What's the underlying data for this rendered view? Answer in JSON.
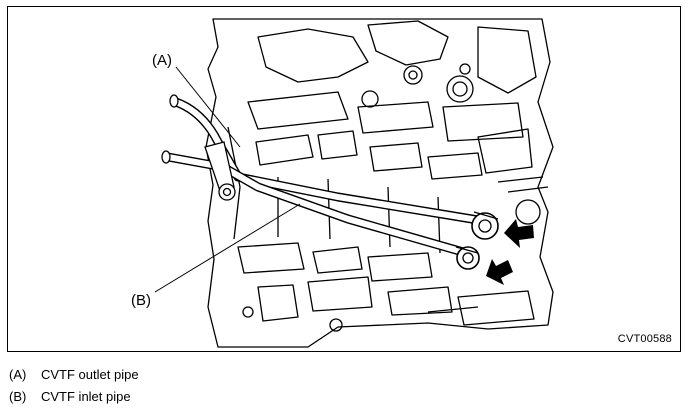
{
  "figure": {
    "code": "CVT00588",
    "callouts": [
      {
        "key": "a",
        "label": "(A)"
      },
      {
        "key": "b",
        "label": "(B)"
      }
    ]
  },
  "legend": [
    {
      "key": "(A)",
      "text": "CVTF outlet pipe"
    },
    {
      "key": "(B)",
      "text": "CVTF inlet pipe"
    }
  ]
}
